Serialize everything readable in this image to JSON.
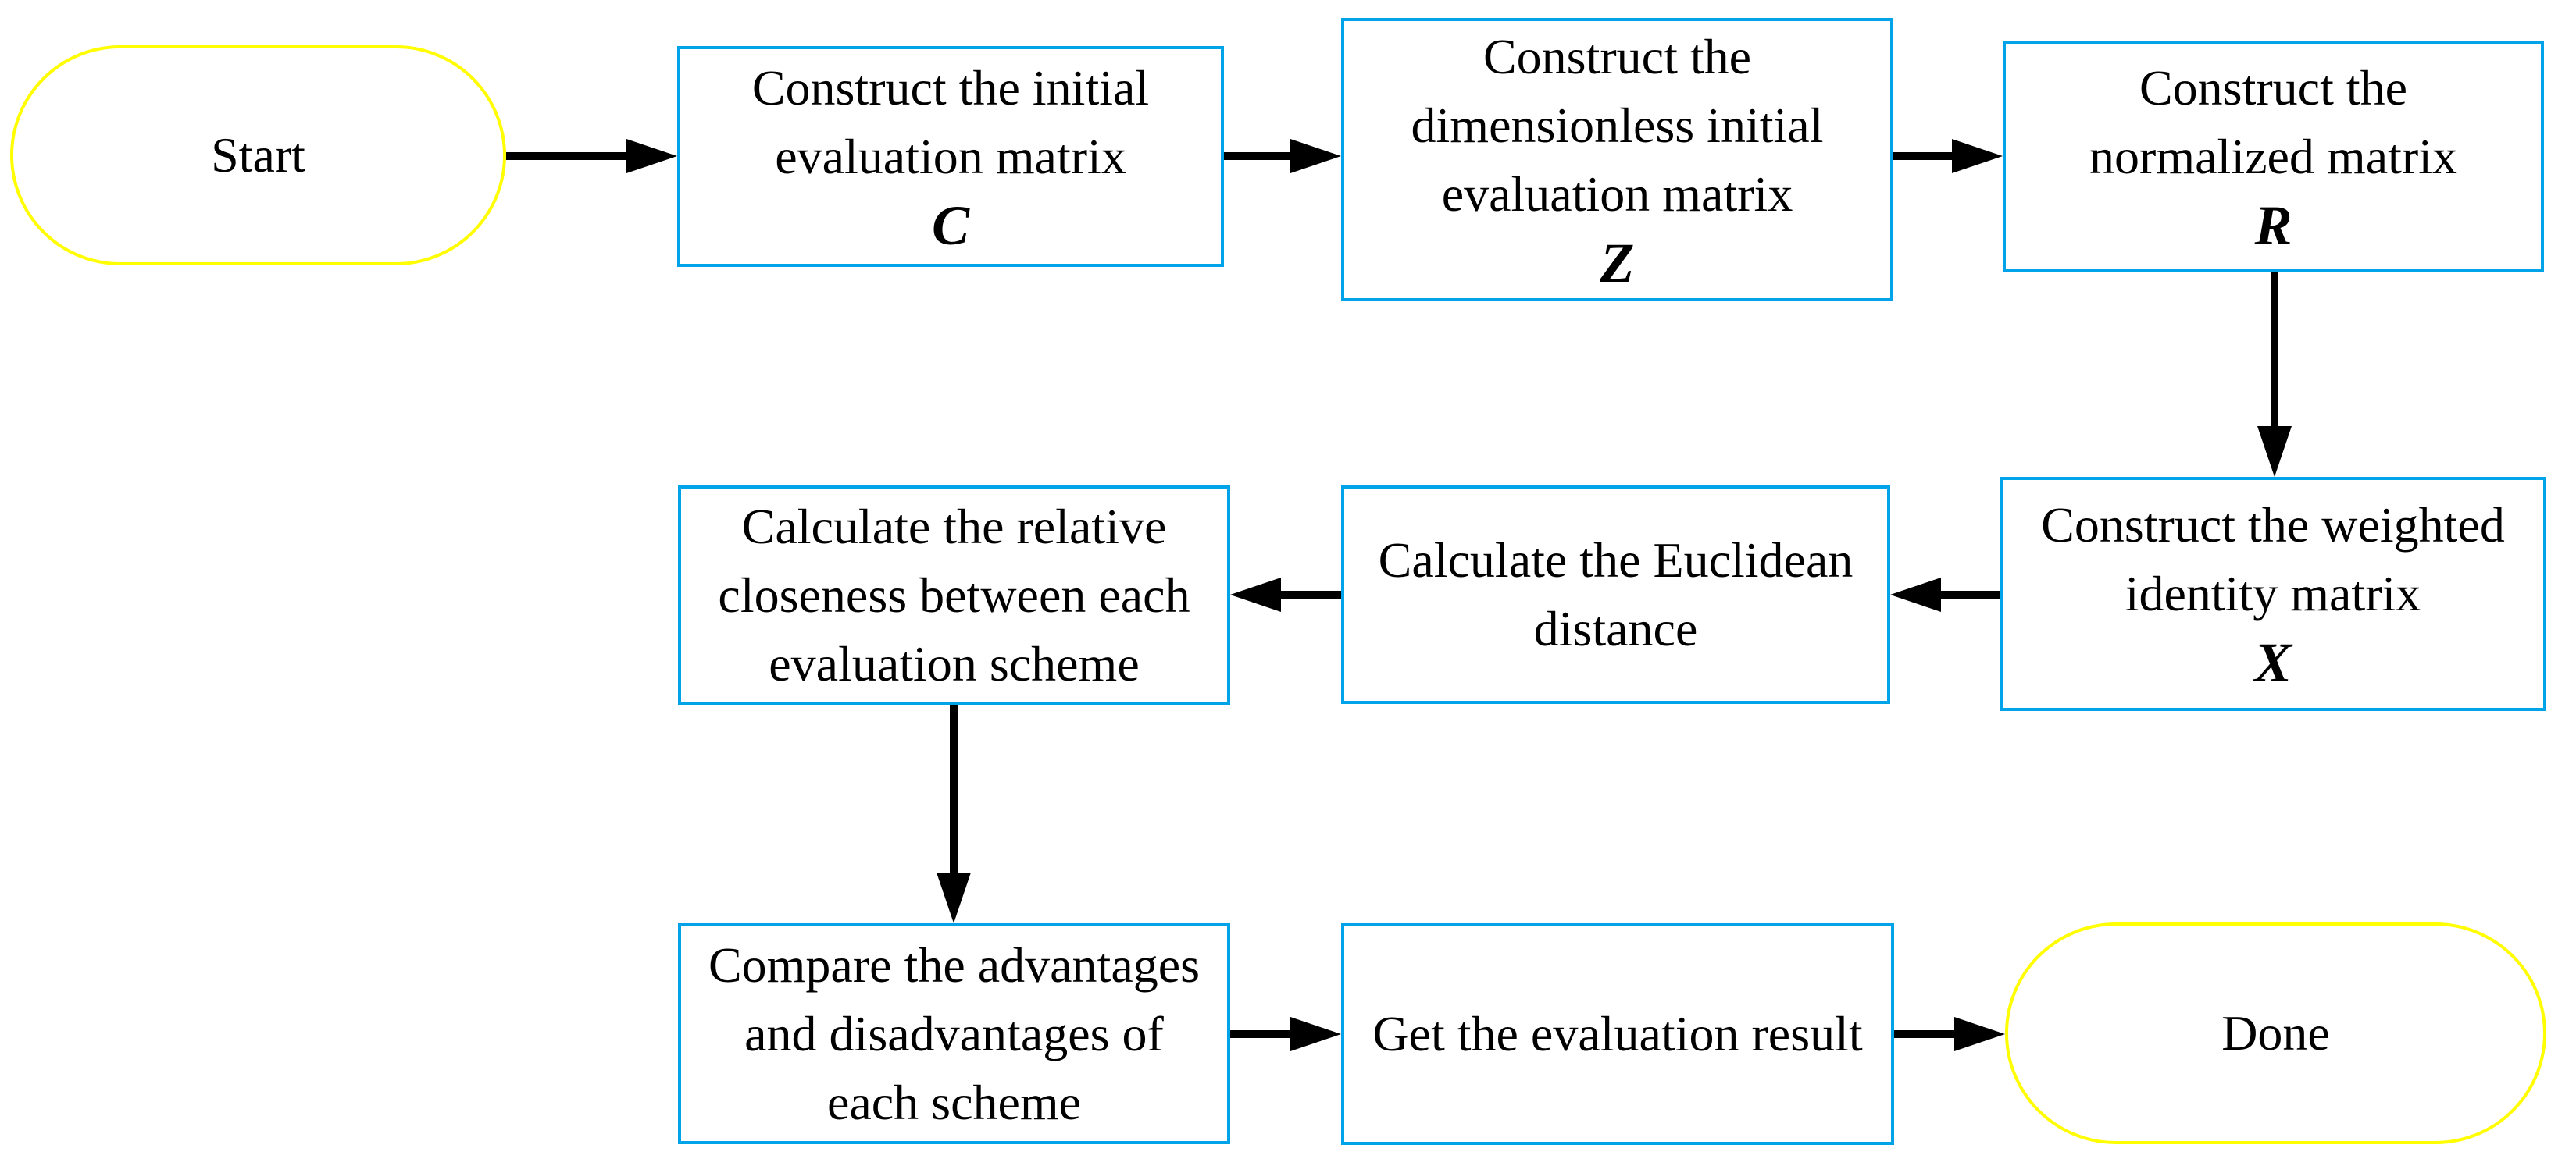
{
  "figure": {
    "type": "flowchart",
    "background": "#FFFFFF"
  },
  "colors": {
    "process_border": "#00A2E8",
    "terminal_border": "#FFFF00",
    "arrow": "#000000",
    "text": "#000000"
  },
  "nodes": [
    {
      "id": "start",
      "type": "terminal",
      "lines": [
        "Start"
      ]
    },
    {
      "id": "initial-matrix",
      "type": "process",
      "lines": [
        "Construct the initial",
        "evaluation matrix"
      ],
      "symbol": "C"
    },
    {
      "id": "dimensionless-matrix",
      "type": "process",
      "lines": [
        "Construct the",
        "dimensionless initial",
        "evaluation matrix"
      ],
      "symbol": "Z"
    },
    {
      "id": "normalized-matrix",
      "type": "process",
      "lines": [
        "Construct the",
        "normalized matrix"
      ],
      "symbol": "R"
    },
    {
      "id": "weighted-identity-matrix",
      "type": "process",
      "lines": [
        "Construct the weighted",
        "identity matrix"
      ],
      "symbol": "X"
    },
    {
      "id": "euclidean-distance",
      "type": "process",
      "lines": [
        "Calculate the Euclidean",
        "distance"
      ]
    },
    {
      "id": "relative-closeness",
      "type": "process",
      "lines": [
        "Calculate the relative",
        "closeness between each",
        "evaluation scheme"
      ]
    },
    {
      "id": "compare-schemes",
      "type": "process",
      "lines": [
        "Compare the advantages",
        "and disadvantages of",
        "each scheme"
      ]
    },
    {
      "id": "evaluation-result",
      "type": "process",
      "lines": [
        "Get the evaluation result"
      ]
    },
    {
      "id": "done",
      "type": "terminal",
      "lines": [
        "Done"
      ]
    }
  ],
  "edges": [
    {
      "from": "start",
      "to": "initial-matrix",
      "direction": "right"
    },
    {
      "from": "initial-matrix",
      "to": "dimensionless-matrix",
      "direction": "right"
    },
    {
      "from": "dimensionless-matrix",
      "to": "normalized-matrix",
      "direction": "right"
    },
    {
      "from": "normalized-matrix",
      "to": "weighted-identity-matrix",
      "direction": "down"
    },
    {
      "from": "weighted-identity-matrix",
      "to": "euclidean-distance",
      "direction": "left"
    },
    {
      "from": "euclidean-distance",
      "to": "relative-closeness",
      "direction": "left"
    },
    {
      "from": "relative-closeness",
      "to": "compare-schemes",
      "direction": "down"
    },
    {
      "from": "compare-schemes",
      "to": "evaluation-result",
      "direction": "right"
    },
    {
      "from": "evaluation-result",
      "to": "done",
      "direction": "right"
    }
  ]
}
